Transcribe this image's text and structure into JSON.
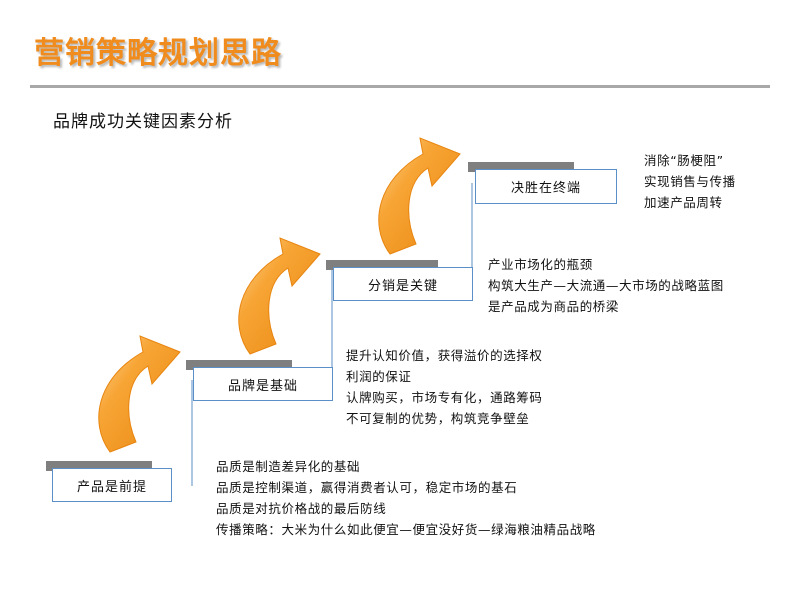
{
  "title": "营销策略规划思路",
  "subtitle": "品牌成功关键因素分析",
  "steps": [
    {
      "label": "产品是前提",
      "notes": [
        "品质是制造差异化的基础",
        "品质是控制渠道，赢得消费者认可，稳定市场的基石",
        "品质是对抗价格战的最后防线",
        "传播策略：大米为什么如此便宜—便宜没好货—绿海粮油精品战略"
      ]
    },
    {
      "label": "品牌是基础",
      "notes": [
        "提升认知价值，获得溢价的选择权",
        "利润的保证",
        "认牌购买，市场专有化，通路筹码",
        "不可复制的优势，构筑竞争壁垒"
      ]
    },
    {
      "label": "分销是关键",
      "notes": [
        "产业市场化的瓶颈",
        "构筑大生产—大流通—大市场的战略蓝图",
        "是产品成为商品的桥梁"
      ]
    },
    {
      "label": "决胜在终端",
      "notes": [
        "消除“肠梗阻”",
        "实现销售与传播",
        "加速产品周转"
      ]
    }
  ],
  "colors": {
    "title": "#f08c1e",
    "arrow": "#f7961e",
    "arrow_highlight": "#ffd79a",
    "step_border": "#5b8fc7",
    "step_shadow": "#7f7f7f",
    "connector": "#5b8fc7",
    "rule": "#a8a8a8"
  }
}
